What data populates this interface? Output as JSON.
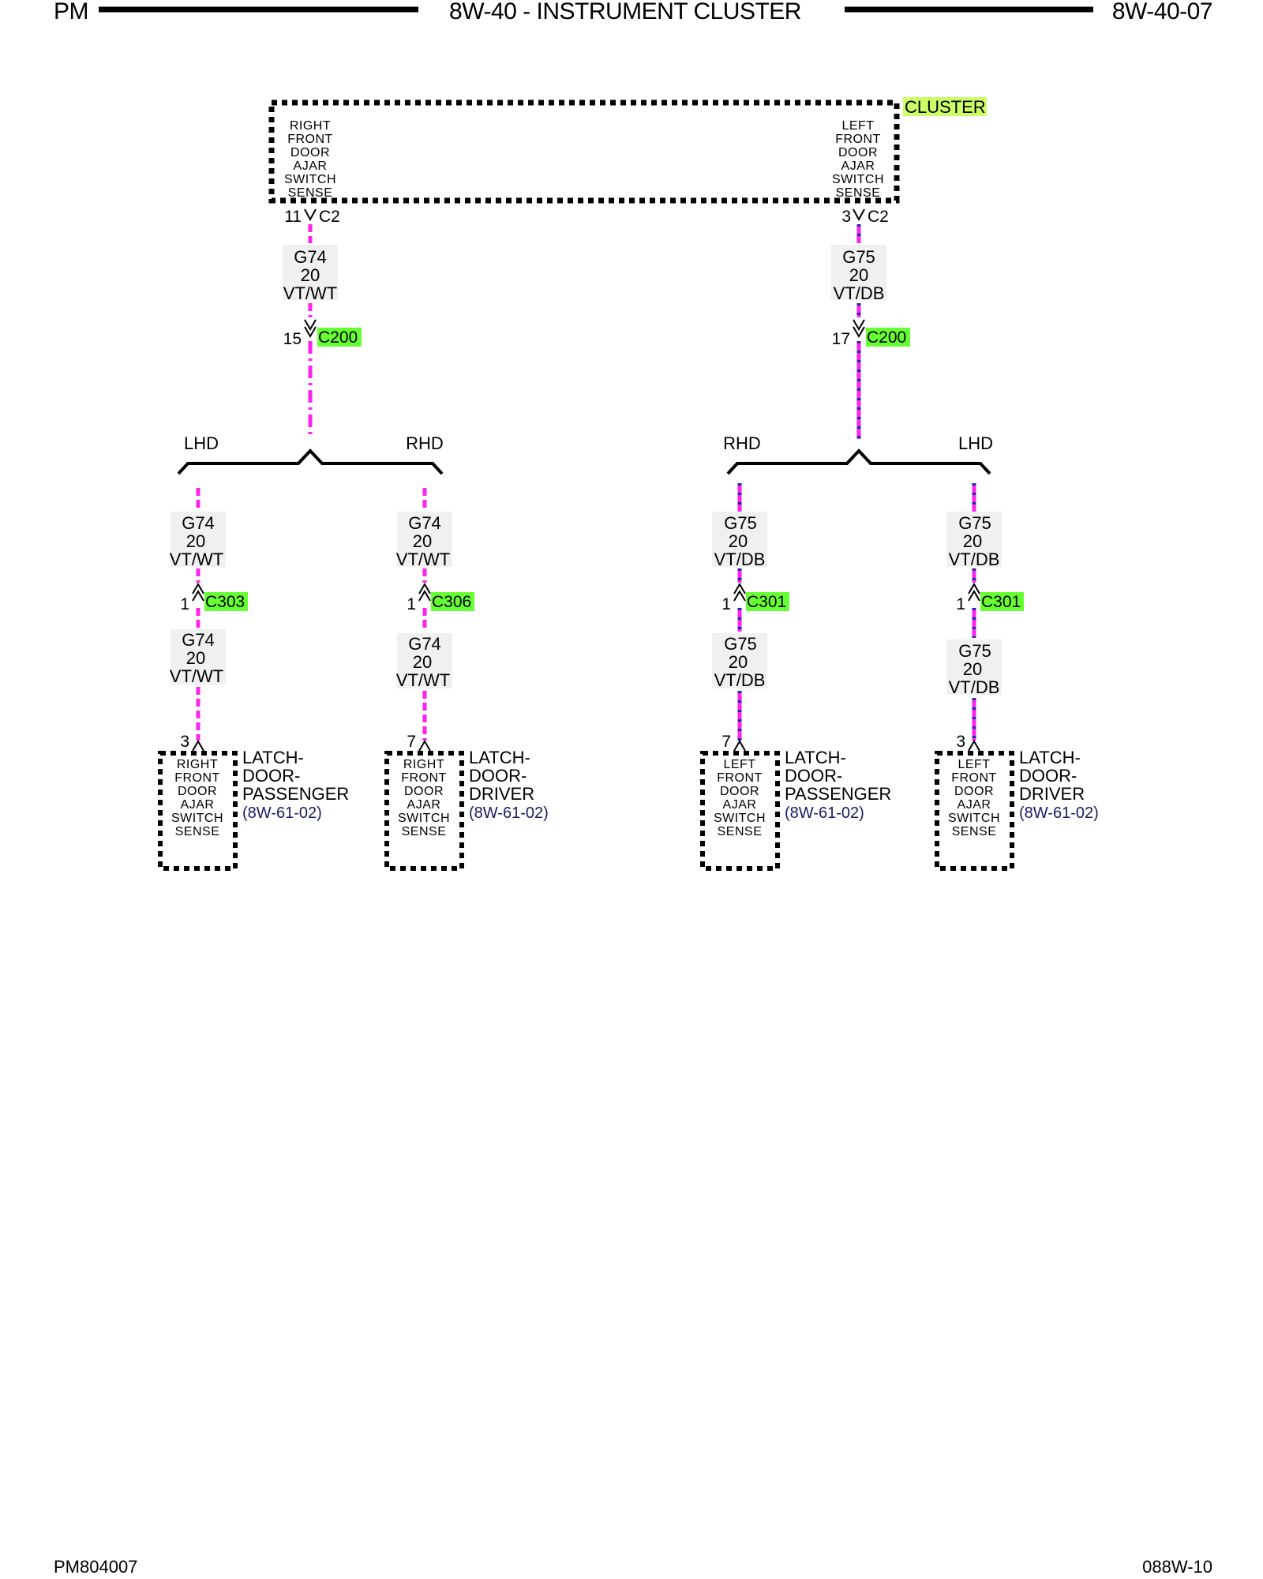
{
  "header": {
    "left": "PM",
    "title": "8W-40 - INSTRUMENT CLUSTER",
    "right": "8W-40-07"
  },
  "footer": {
    "left": "PM804007",
    "right": "088W-10"
  },
  "colors": {
    "highlight_green": "#66ff33",
    "highlight_yellow": "#ccff66",
    "wire_vt": "#ff22ee",
    "wire_stripe_db": "#2a2aa0",
    "ref_text": "#1a1a66"
  },
  "cluster": {
    "label": "CLUSTER",
    "right_sense": [
      "RIGHT",
      "FRONT",
      "DOOR",
      "AJAR",
      "SWITCH",
      "SENSE"
    ],
    "left_sense": [
      "LEFT",
      "FRONT",
      "DOOR",
      "AJAR",
      "SWITCH",
      "SENSE"
    ],
    "pin_right": "11",
    "pin_left": "3",
    "conn": "C2"
  },
  "circuits": {
    "g74": {
      "id": "G74",
      "gauge": "20",
      "color": "VT/WT"
    },
    "g75": {
      "id": "G75",
      "gauge": "20",
      "color": "VT/DB"
    }
  },
  "c200": {
    "name": "C200",
    "pin_left": "15",
    "pin_right": "17"
  },
  "branches": {
    "lhd": "LHD",
    "rhd": "RHD"
  },
  "inline": {
    "b1": {
      "pin": "1",
      "name": "C303"
    },
    "b2": {
      "pin": "1",
      "name": "C306"
    },
    "b3": {
      "pin": "1",
      "name": "C301"
    },
    "b4": {
      "pin": "1",
      "name": "C301"
    }
  },
  "latches": {
    "b1": {
      "pin": "3",
      "name": [
        "LATCH-",
        "DOOR-",
        "PASSENGER"
      ],
      "ref": "(8W-61-02)",
      "sense": [
        "RIGHT",
        "FRONT",
        "DOOR",
        "AJAR",
        "SWITCH",
        "SENSE"
      ]
    },
    "b2": {
      "pin": "7",
      "name": [
        "LATCH-",
        "DOOR-",
        "DRIVER"
      ],
      "ref": "(8W-61-02)",
      "sense": [
        "RIGHT",
        "FRONT",
        "DOOR",
        "AJAR",
        "SWITCH",
        "SENSE"
      ]
    },
    "b3": {
      "pin": "7",
      "name": [
        "LATCH-",
        "DOOR-",
        "PASSENGER"
      ],
      "ref": "(8W-61-02)",
      "sense": [
        "LEFT",
        "FRONT",
        "DOOR",
        "AJAR",
        "SWITCH",
        "SENSE"
      ]
    },
    "b4": {
      "pin": "3",
      "name": [
        "LATCH-",
        "DOOR-",
        "DRIVER"
      ],
      "ref": "(8W-61-02)",
      "sense": [
        "LEFT",
        "FRONT",
        "DOOR",
        "AJAR",
        "SWITCH",
        "SENSE"
      ]
    }
  }
}
